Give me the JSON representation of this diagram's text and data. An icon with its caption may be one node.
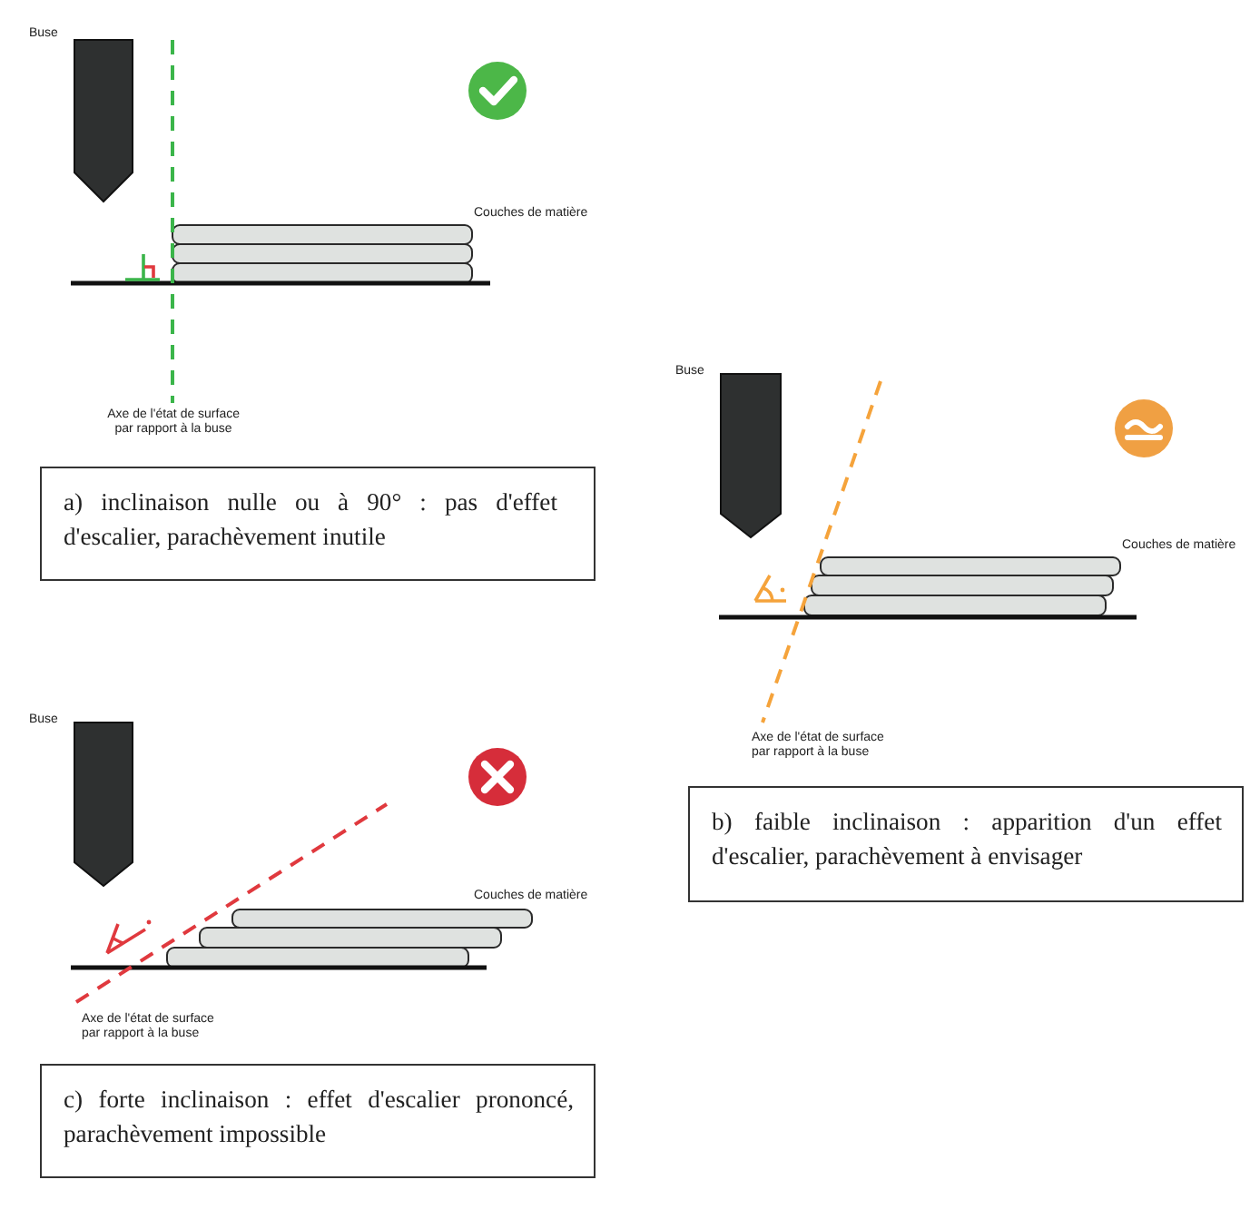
{
  "diagram": {
    "nodes": [
      {
        "text": [
          "a) inclinaison nulle ou à 90° : pas d'effet d'escalier, parachèvement inutile"
        ]
      },
      {
        "text": [
          "b) faible inclinaison : apparition d'un effet d'escalier, parachèvement à envisager"
        ]
      },
      {
        "text": [
          "c) forte inclinaison : effet d'escalier prononcé, parachèvement impossible"
        ]
      }
    ],
    "labels": [
      "Buse",
      "Couches de matière",
      "Axe de l'état de surface par rapport à la buse",
      "Buse",
      "Couches de matière",
      "Axe de l'état de surface par rapport à la buse",
      "Buse",
      "Couches de matière",
      "Axe de l'état de surface par rapport à la buse"
    ]
  }
}
